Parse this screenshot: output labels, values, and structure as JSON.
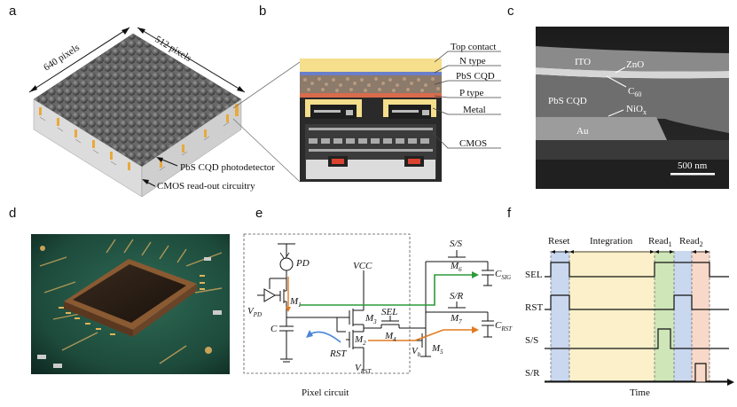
{
  "panels": {
    "a": {
      "letter": "a",
      "label_640": "640 pixels",
      "label_512": "512 pixels",
      "photodetector_label": "PbS CQD photodetector",
      "cmos_label": "CMOS read-out circuitry"
    },
    "b": {
      "letter": "b",
      "layers": [
        "Top contact",
        "N type",
        "PbS CQD",
        "P type",
        "Metal",
        "CMOS"
      ]
    },
    "c": {
      "letter": "c",
      "labels": {
        "ito": "ITO",
        "zno": "ZnO",
        "c60": "C",
        "c60_sub": "60",
        "pbs": "PbS CQD",
        "nio": "NiO",
        "nio_sub": "x",
        "au": "Au"
      },
      "scalebar": "500 nm"
    },
    "d": {
      "letter": "d"
    },
    "e": {
      "letter": "e",
      "caption": "Pixel circuit",
      "labels": {
        "pd": "PD",
        "vpd": "V",
        "vpd_sub": "PD",
        "m1": "M",
        "m1_sub": "1",
        "c": "C",
        "vcc": "VCC",
        "m3": "M",
        "m3_sub": "3",
        "sel": "SEL",
        "m4": "M",
        "m4_sub": "4",
        "m2": "M",
        "m2_sub": "2",
        "rst": "RST",
        "vrst": "V",
        "vrst_sub": "RST",
        "vb": "V",
        "vb_sub": "b",
        "m5": "M",
        "m5_sub": "5",
        "ss": "S/S",
        "m6": "M",
        "m6_sub": "6",
        "csig": "C",
        "csig_sub": "SIG",
        "sr": "S/R",
        "m7": "M",
        "m7_sub": "7",
        "crst": "C",
        "crst_sub": "RST"
      }
    },
    "f": {
      "letter": "f",
      "phases": [
        "Reset",
        "Integration",
        "Read",
        "Read"
      ],
      "phase_subs": [
        "",
        "",
        "1",
        "2"
      ],
      "signals": [
        "SEL",
        "RST",
        "S/S",
        "S/R"
      ],
      "xlabel": "Time"
    }
  },
  "colors": {
    "blue_band": "#c9d7ef",
    "yellow_band": "#fbf0c9",
    "green_band": "#cfe6b8",
    "pink_band": "#f8d8c8",
    "green_arrow": "#2e9a3a",
    "orange_arrow": "#e07a20",
    "blue_arrow": "#4a86d8"
  }
}
